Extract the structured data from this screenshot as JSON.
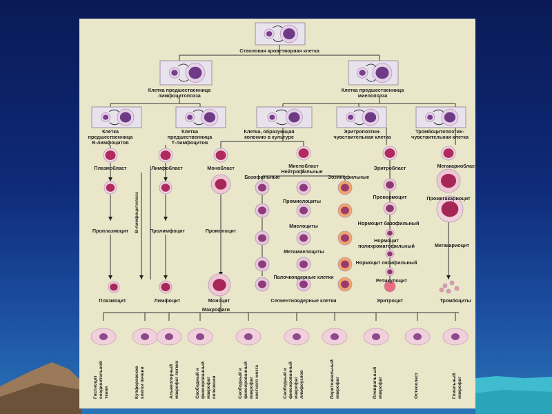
{
  "colors": {
    "background_top": "#0a1a56",
    "background_bottom": "#2a74b8",
    "panel": "#e9e6c9",
    "cell_nucleus": "#7a3d8c",
    "cell_cytoplasm": "#dcc6df",
    "lines": "#333333"
  },
  "labels": {
    "stem": "Стволовая кроветворная клетка",
    "lymph_prog": [
      "Клетка предшественница",
      "лимфоцитопоэза"
    ],
    "myelo_prog": [
      "Клетка предшественница",
      "миелопоэза"
    ],
    "b_prog": [
      "Клетка",
      "предшественница",
      "В-лимфоцитов"
    ],
    "t_prog": [
      "Клетка",
      "предшественница",
      "Т-лимфоцитов"
    ],
    "colony": [
      "Клетка, образующая",
      "колонию в культуре"
    ],
    "ery_prog": [
      "Эритропоэтин-",
      "чувствительная клетка"
    ],
    "thrombo_prog": [
      "Тромбоцитопоэтин-",
      "чувствительная клетка"
    ],
    "plasmoblast": "Плазмобласт",
    "lymphoblast": "Лимфобласт",
    "monoblast": "Монобласт",
    "myeloblast": "Миелобласт",
    "neutrophilic": "Нейтрофильные",
    "basophilic": "Базофильные",
    "eosinophilic": "Эозинофильные",
    "erythroblast": "Эритробласт",
    "megakaryoblast": "Мегакариобласт",
    "promyelocytes": "Промиелоциты",
    "pronormocyte": "Пронормоцит",
    "promegakaryocyte": "Промегакариоцит",
    "proplasmocyte": "Проплазмоцит",
    "prolymphocyte": "Пролимфоцит",
    "promonocyte": "Промоноцит",
    "myelocytes": "Миелоциты",
    "normocyte_baso": "Нормоцит базофильный",
    "normocyte_poly": [
      "Нормоцит",
      "полихроматофильный"
    ],
    "megakaryocyte": "Мегакариоцит",
    "metamyelocytes": "Метамиелоциты",
    "normocyte_oxy": "Нормоцит оксифильный",
    "band": "Палочкоядерные клетки",
    "reticulocyte": "Ретикулоцит",
    "plasmocyte": "Плазмоцит",
    "lymphocyte": "Лимфоцит",
    "monocyte": "Моноцит",
    "segmented": "Сегментноядерные клетки",
    "erythrocyte": "Эритроцит",
    "platelets": "Тромбоциты",
    "macrophages": "Макрофаги",
    "b_lymphopoiesis": "В-лимфоцитопоэз"
  },
  "macrophage_types": [
    [
      "Гистиоцит",
      "соединительной",
      "ткани"
    ],
    [
      "Купферовские",
      "клетки печени"
    ],
    [
      "Альвеолярный",
      "макрофаг легких"
    ],
    [
      "Свободный и",
      "фиксированный",
      "макрофаг",
      "селезенки"
    ],
    [
      "Свободный и",
      "фиксированный",
      "макрофаг",
      "костного мозга"
    ],
    [
      "Свободный и",
      "фиксированный",
      "макрофаг",
      "лимфоузлов"
    ],
    [
      "Перитонеальный",
      "макрофаг"
    ],
    [
      "Плевральный",
      "макрофаг"
    ],
    [
      "Остеокласт"
    ],
    [
      "Глиальный",
      "макрофаг"
    ]
  ]
}
